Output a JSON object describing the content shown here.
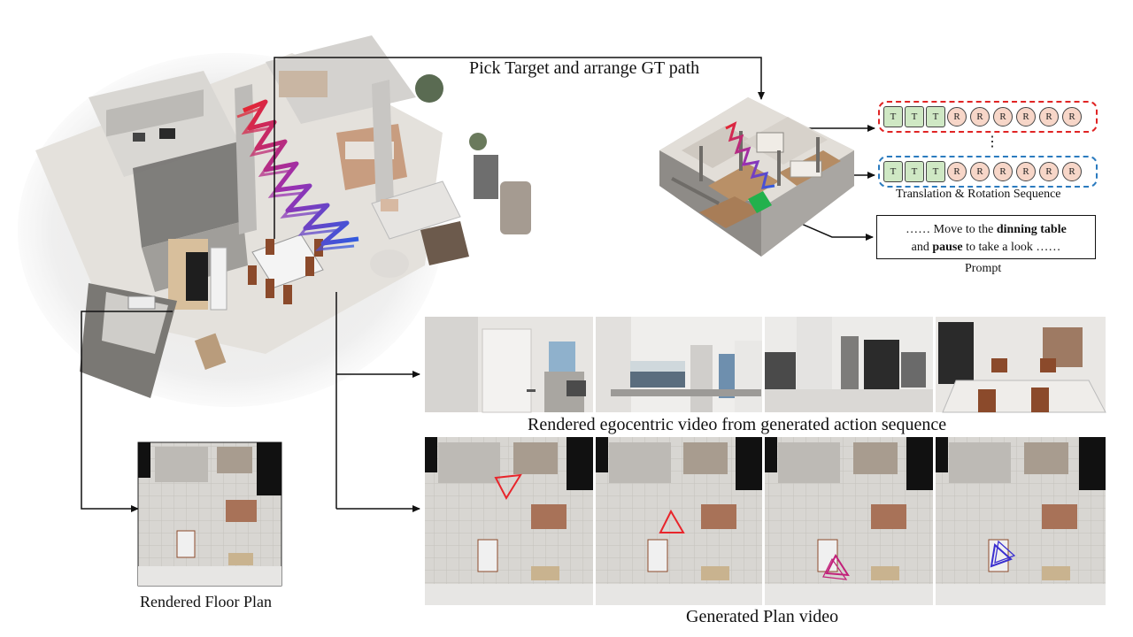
{
  "labels": {
    "top_arrow": "Pick Target and arrange GT path",
    "sequence_caption": "Translation & Rotation Sequence",
    "prompt_caption": "Prompt",
    "ego_caption": "Rendered egocentric video from generated action sequence",
    "floorplan_caption": "Rendered Floor Plan",
    "plan_caption": "Generated Plan video"
  },
  "prompt": {
    "line1_pre": "…… Move to the ",
    "line1_bold": "dinning table",
    "line2_pre": "and ",
    "line2_bold": "pause",
    "line2_post": " to take a look ……"
  },
  "sequence_top": {
    "tokens": [
      "T",
      "T",
      "T",
      "R",
      "R",
      "R",
      "R",
      "R",
      "R"
    ],
    "border_color": "#e02424"
  },
  "sequence_bottom": {
    "tokens": [
      "T",
      "T",
      "T",
      "R",
      "R",
      "R",
      "R",
      "R",
      "R"
    ],
    "border_color": "#2b7bbf"
  },
  "ellipsis": "⋮",
  "colors": {
    "path_start": "#e8252b",
    "path_end": "#2d5ce0",
    "target": "#22b14c",
    "plan_marker_1": "#e8252b",
    "plan_marker_2": "#e8252b",
    "plan_marker_3": "#c2207a",
    "plan_marker_4": "#3a2fd0"
  },
  "icons": [
    "arrow-icon"
  ]
}
